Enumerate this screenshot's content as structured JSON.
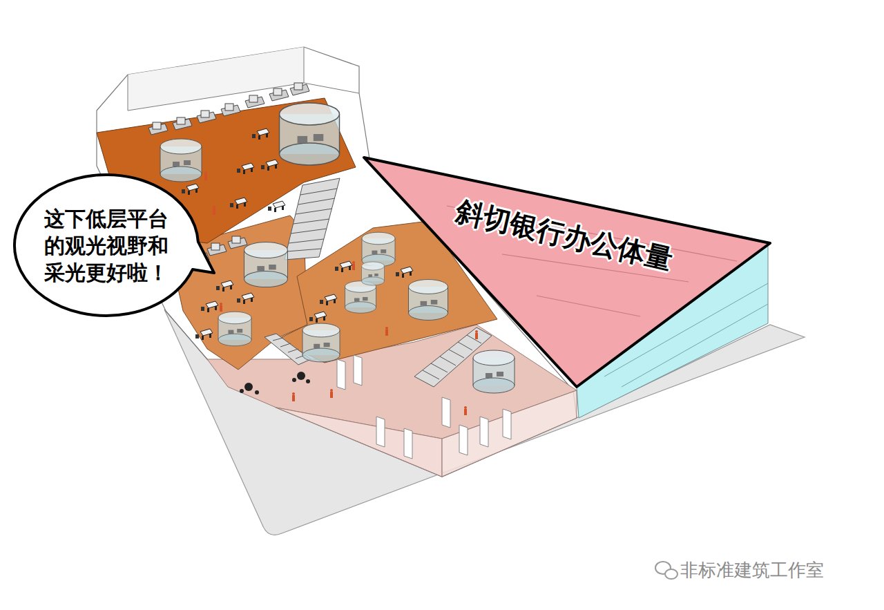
{
  "diagram": {
    "nodes": [
      {
        "text": [
          "这下低层平台 的观光视野和 采光更好啦！"
        ]
      },
      {
        "text": [
          "斜切银行办公体量"
        ]
      }
    ],
    "labels": [
      "非标准建筑工作室"
    ]
  }
}
